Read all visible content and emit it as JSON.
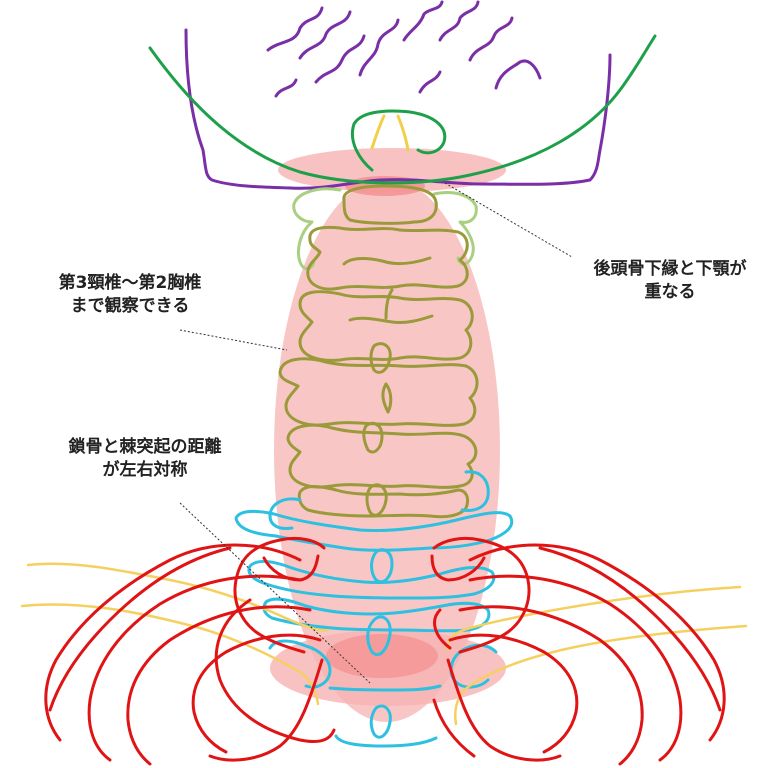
{
  "annotations": {
    "occipital_mandible": {
      "line1": "後頭骨下縁と下顎が",
      "line2": "重なる"
    },
    "visible_range": {
      "line1": "第3頸椎〜第2胸椎",
      "line2": "まで観察できる"
    },
    "symmetry": {
      "line1": "鎖骨と棘突起の距離",
      "line2": "が左右対称"
    }
  },
  "colors": {
    "highlight": "#f7b3b3",
    "highlight_strong": "#f38e8e",
    "skull": "#7a2fa6",
    "occipital": "#1ea04a",
    "dens": "#f2cf4a",
    "c2": "#a8d080",
    "cervical": "#9a9a3a",
    "thoracic": "#2ec0e0",
    "ribs": "#e01414",
    "clavicle": "#f5d060",
    "leader": "#333333"
  }
}
